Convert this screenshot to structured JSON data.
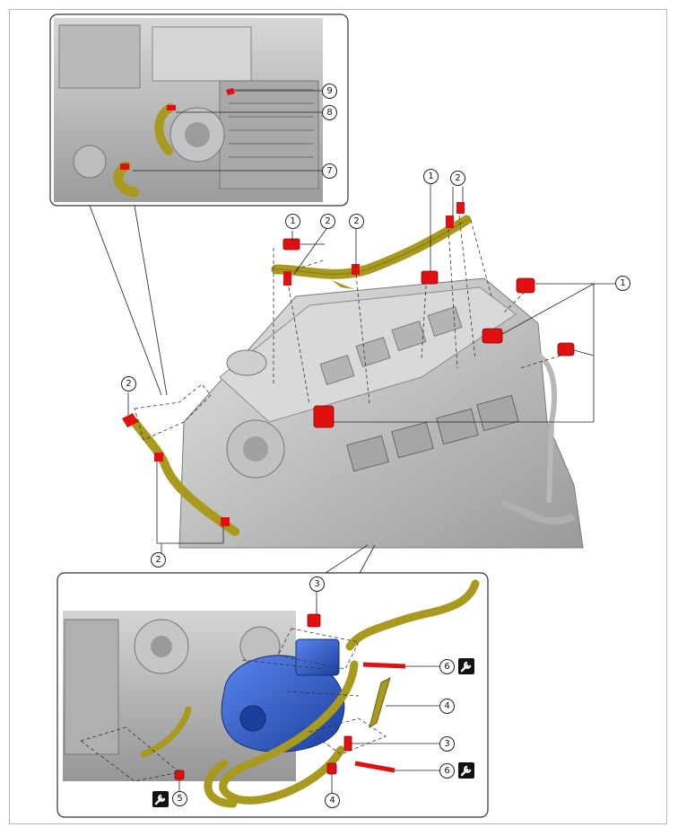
{
  "callouts": {
    "c9": "9",
    "c8": "8",
    "c7": "7",
    "c1_top_a": "1",
    "c2_top_a": "2",
    "c1_top_b": "1",
    "c2_top_b": "2",
    "c2_top_c": "2",
    "c1_right": "1",
    "c2_left": "2",
    "c2_bottom": "2",
    "c3_top": "3",
    "c6_a": "6",
    "c4_a": "4",
    "c3_b": "3",
    "c6_b": "6",
    "c4_b": "4",
    "c5": "5"
  },
  "colors": {
    "hose": "#a79a1e",
    "hose_dark": "#6e6310",
    "clamp": "#e01010",
    "pump": "#2d5bd0",
    "engine": "#c7c7c7",
    "engine_dark": "#8c8c8c"
  },
  "icons": [
    "torque-wrench-icon"
  ]
}
